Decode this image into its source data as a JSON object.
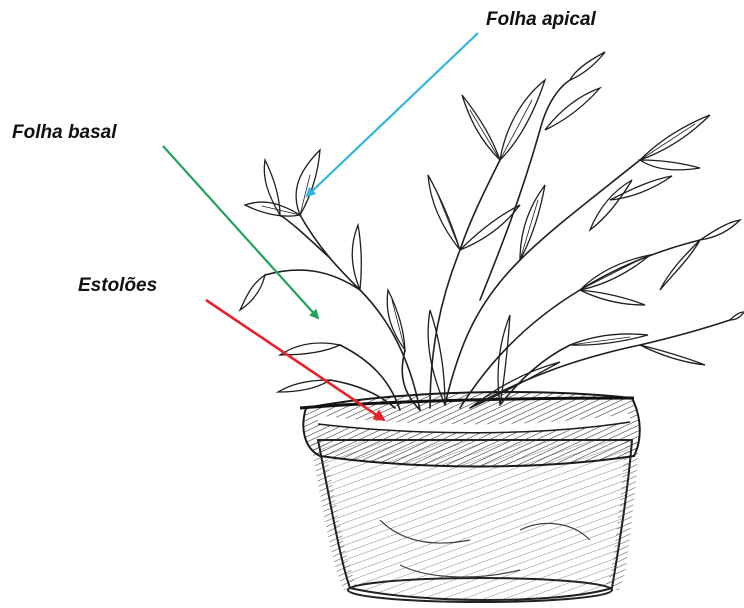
{
  "labels": {
    "apical": "Folha apical",
    "basal": "Folha basal",
    "stolons": "Estolões"
  },
  "colors": {
    "apical_arrow": "#2fb5e0",
    "basal_arrow": "#21a35a",
    "stolons_arrow": "#e8202a",
    "ink": "#1f1f1f"
  },
  "icons": {
    "drawing": "potted-plant-illustration"
  }
}
